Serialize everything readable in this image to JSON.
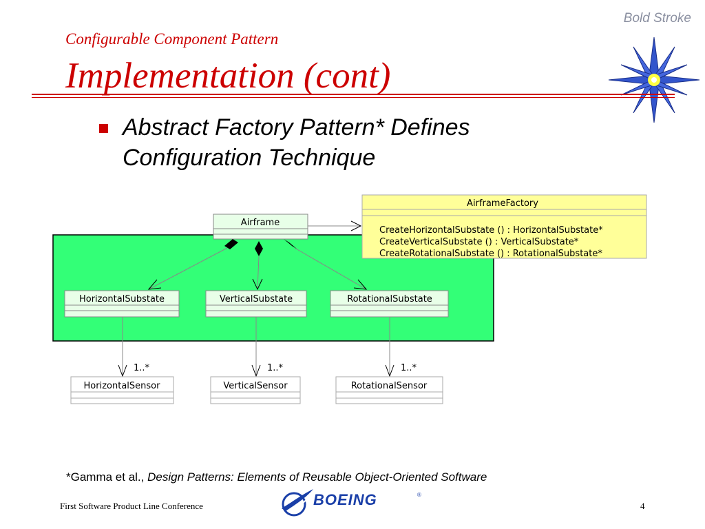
{
  "header": {
    "brand": "Bold Stroke",
    "subtitle": "Configurable Component Pattern",
    "title": "Implementation (cont)"
  },
  "bullet": {
    "line1": "Abstract Factory Pattern* Defines",
    "line2": "Configuration Technique"
  },
  "diagram": {
    "airframe": "Airframe",
    "factory": {
      "name": "AirframeFactory",
      "methods": [
        "CreateHorizontalSubstate () : HorizontalSubstate*",
        "CreateVerticalSubstate () : VerticalSubstate*",
        "CreateRotationalSubstate () : RotationalSubstate*"
      ]
    },
    "substates": [
      "HorizontalSubstate",
      "VerticalSubstate",
      "RotationalSubstate"
    ],
    "sensors": [
      "HorizontalSensor",
      "VerticalSensor",
      "RotationalSensor"
    ],
    "multiplicity": "1..*",
    "colors": {
      "container": "#33ff77",
      "class_fill": "#e8ffe8",
      "factory_fill": "#ffff99"
    }
  },
  "footnote": {
    "prefix": "*Gamma et al., ",
    "book": "Design Patterns: Elements of Reusable Object-Oriented Software"
  },
  "footer": {
    "conference": "First Software Product Line Conference",
    "logo_text": "BOEING",
    "registered_mark": "®",
    "page": "4"
  },
  "icons": [
    "star-burst-icon",
    "boeing-logo-icon"
  ]
}
